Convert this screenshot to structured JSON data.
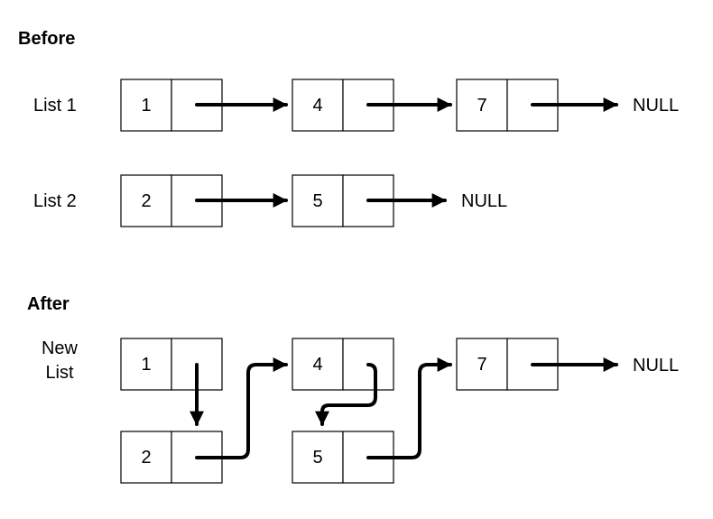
{
  "before": {
    "heading": "Before",
    "list1": {
      "label": "List 1",
      "values": [
        "1",
        "4",
        "7"
      ],
      "terminator": "NULL"
    },
    "list2": {
      "label": "List 2",
      "values": [
        "2",
        "5"
      ],
      "terminator": "NULL"
    }
  },
  "after": {
    "heading": "After",
    "label_line1": "New",
    "label_line2": "List",
    "top_values": [
      "1",
      "4",
      "7"
    ],
    "bottom_values": [
      "2",
      "5"
    ],
    "terminator": "NULL"
  }
}
